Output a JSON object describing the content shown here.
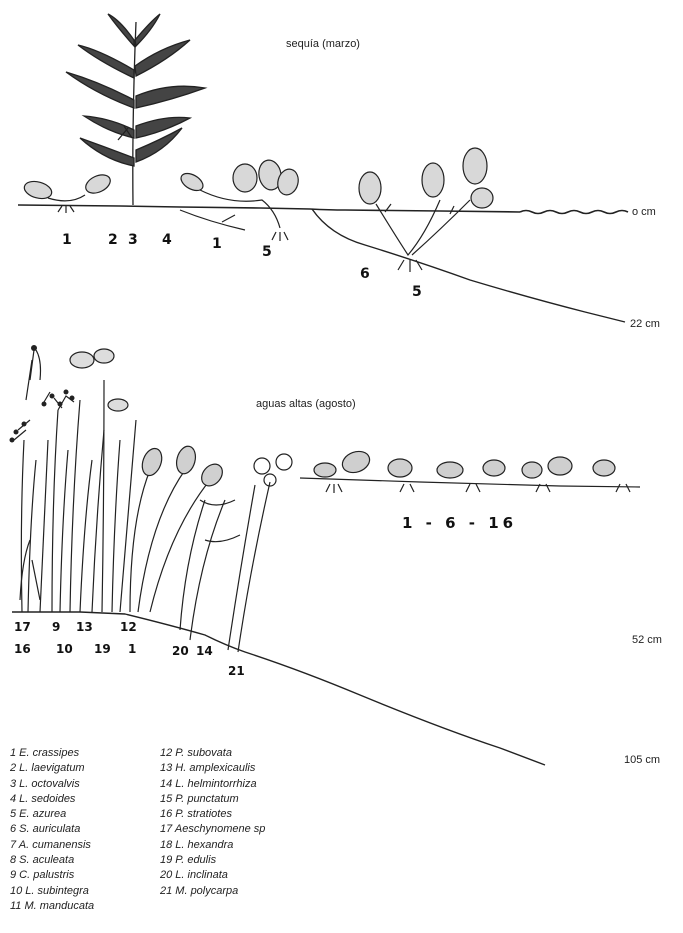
{
  "panel_top": {
    "title": "sequía (marzo)",
    "depths": [
      "o cm",
      "22 cm"
    ],
    "plant_numbers": [
      "1",
      "2",
      "3",
      "4",
      "1",
      "5",
      "6",
      "5"
    ]
  },
  "panel_bottom": {
    "title": "aguas altas (agosto)",
    "depths": [
      "52 cm",
      "105 cm"
    ],
    "floating_label": "1 - 6 - 16",
    "plant_numbers_row1": [
      "17",
      "9",
      "13",
      "12"
    ],
    "plant_numbers_row2": [
      "16",
      "10",
      "19",
      "1",
      "20",
      "14"
    ],
    "plant_number_deep": "21"
  },
  "legend_left": [
    "1 E. crassipes",
    "2 L. laevigatum",
    "3 L. octovalvis",
    "4 L. sedoides",
    "5 E. azurea",
    "6 S. auriculata",
    "7 A. cumanensis",
    "8 S. aculeata",
    "9 C. palustris",
    "10 L. subintegra",
    "11 M. manducata"
  ],
  "legend_right": [
    "12 P. subovata",
    "13 H. amplexicaulis",
    "14 L. helmintorrhiza",
    "15 P. punctatum",
    "16 P. stratiotes",
    "17 Aeschynomene sp",
    "18 L. hexandra",
    "19 P. edulis",
    "20 L. inclinata",
    "21 M. polycarpa"
  ]
}
